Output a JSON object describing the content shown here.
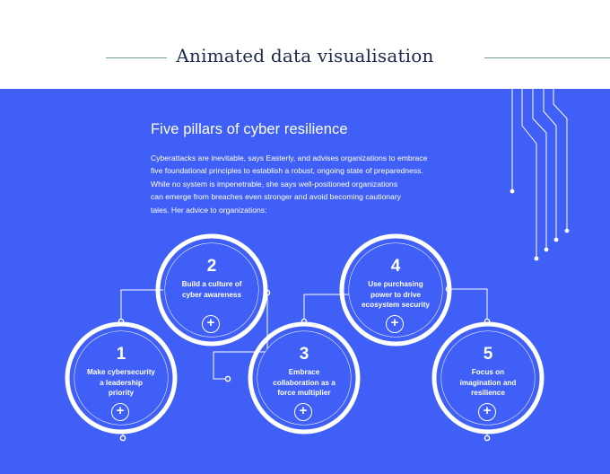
{
  "header": {
    "title": "Animated data visualisation"
  },
  "section": {
    "title": "Five pillars of cyber resilience",
    "intro_lines": [
      "Cyberattacks are inevitable, says Easterly, and advises organizations to embrace",
      "five foundational principles to establish a robust, ongoing state of preparedness.",
      "While no system is impenetrable, she says well-positioned organizations",
      "can emerge from breaches even stronger and avoid becoming cautionary",
      "tales. Her advice to organizations:"
    ]
  },
  "pillars": [
    {
      "number": "1",
      "label_lines": [
        "Make cybersecurity",
        "a leadership",
        "priority"
      ],
      "icon": "plus-icon"
    },
    {
      "number": "2",
      "label_lines": [
        "Build a culture of",
        "cyber awareness"
      ],
      "icon": "plus-icon"
    },
    {
      "number": "3",
      "label_lines": [
        "Embrace",
        "collaboration as a",
        "force multiplier"
      ],
      "icon": "plus-icon"
    },
    {
      "number": "4",
      "label_lines": [
        "Use purchasing",
        "power to drive",
        "ecosystem security"
      ],
      "icon": "plus-icon"
    },
    {
      "number": "5",
      "label_lines": [
        "Focus on",
        "imagination and",
        "resilience"
      ],
      "icon": "plus-icon"
    }
  ],
  "plus_symbol": "+",
  "colors": {
    "panel_background": "#3f5ff6",
    "header_rule": "#6f9a8e",
    "title_text": "#1a2a4a",
    "foreground": "#ffffff"
  }
}
